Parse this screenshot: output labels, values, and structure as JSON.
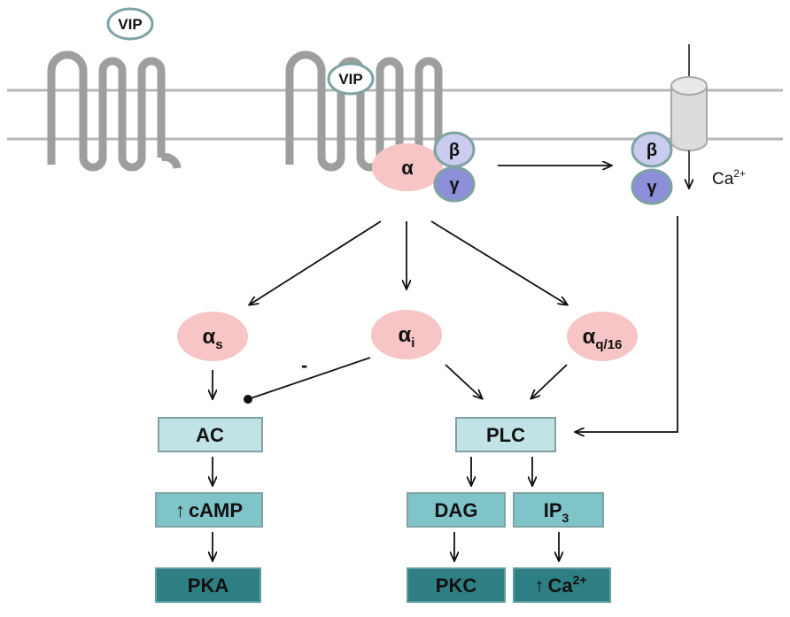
{
  "ligands": {
    "vip_free": "VIP",
    "vip_bound": "VIP"
  },
  "g_protein": {
    "alpha": "α",
    "beta": "β",
    "gamma": "γ",
    "beta_free": "β",
    "gamma_free": "γ"
  },
  "ion": {
    "base": "Ca",
    "sup": "2+"
  },
  "alpha_subunits": {
    "s": {
      "base": "α",
      "sub": "s"
    },
    "i": {
      "base": "α",
      "sub": "i"
    },
    "q16": {
      "base": "α",
      "sub": "q/16"
    }
  },
  "inhibition_sign": "-",
  "effectors": {
    "ac": "AC",
    "plc": "PLC"
  },
  "second_messengers": {
    "camp_arrow": "↑",
    "camp": "cAMP",
    "dag": "DAG",
    "ip3_base": "IP",
    "ip3_sub": "3"
  },
  "kinases": {
    "pka": "PKA",
    "pkc": "PKC",
    "ca_arrow": "↑",
    "ca_base": "Ca",
    "ca_sup": "2+"
  },
  "colors": {
    "alpha_fill": "#f7c5c5",
    "beta_fill": "#c9cbef",
    "gamma_fill": "#8d8fd8",
    "subunit_stroke": "#7fa3a3",
    "ac_plc_fill": "#c2e3e6",
    "messenger_fill": "#7ec4c9",
    "kinase_fill": "#2e7f84",
    "membrane": "#b7b7b7",
    "receptor": "#9e9e9e"
  }
}
